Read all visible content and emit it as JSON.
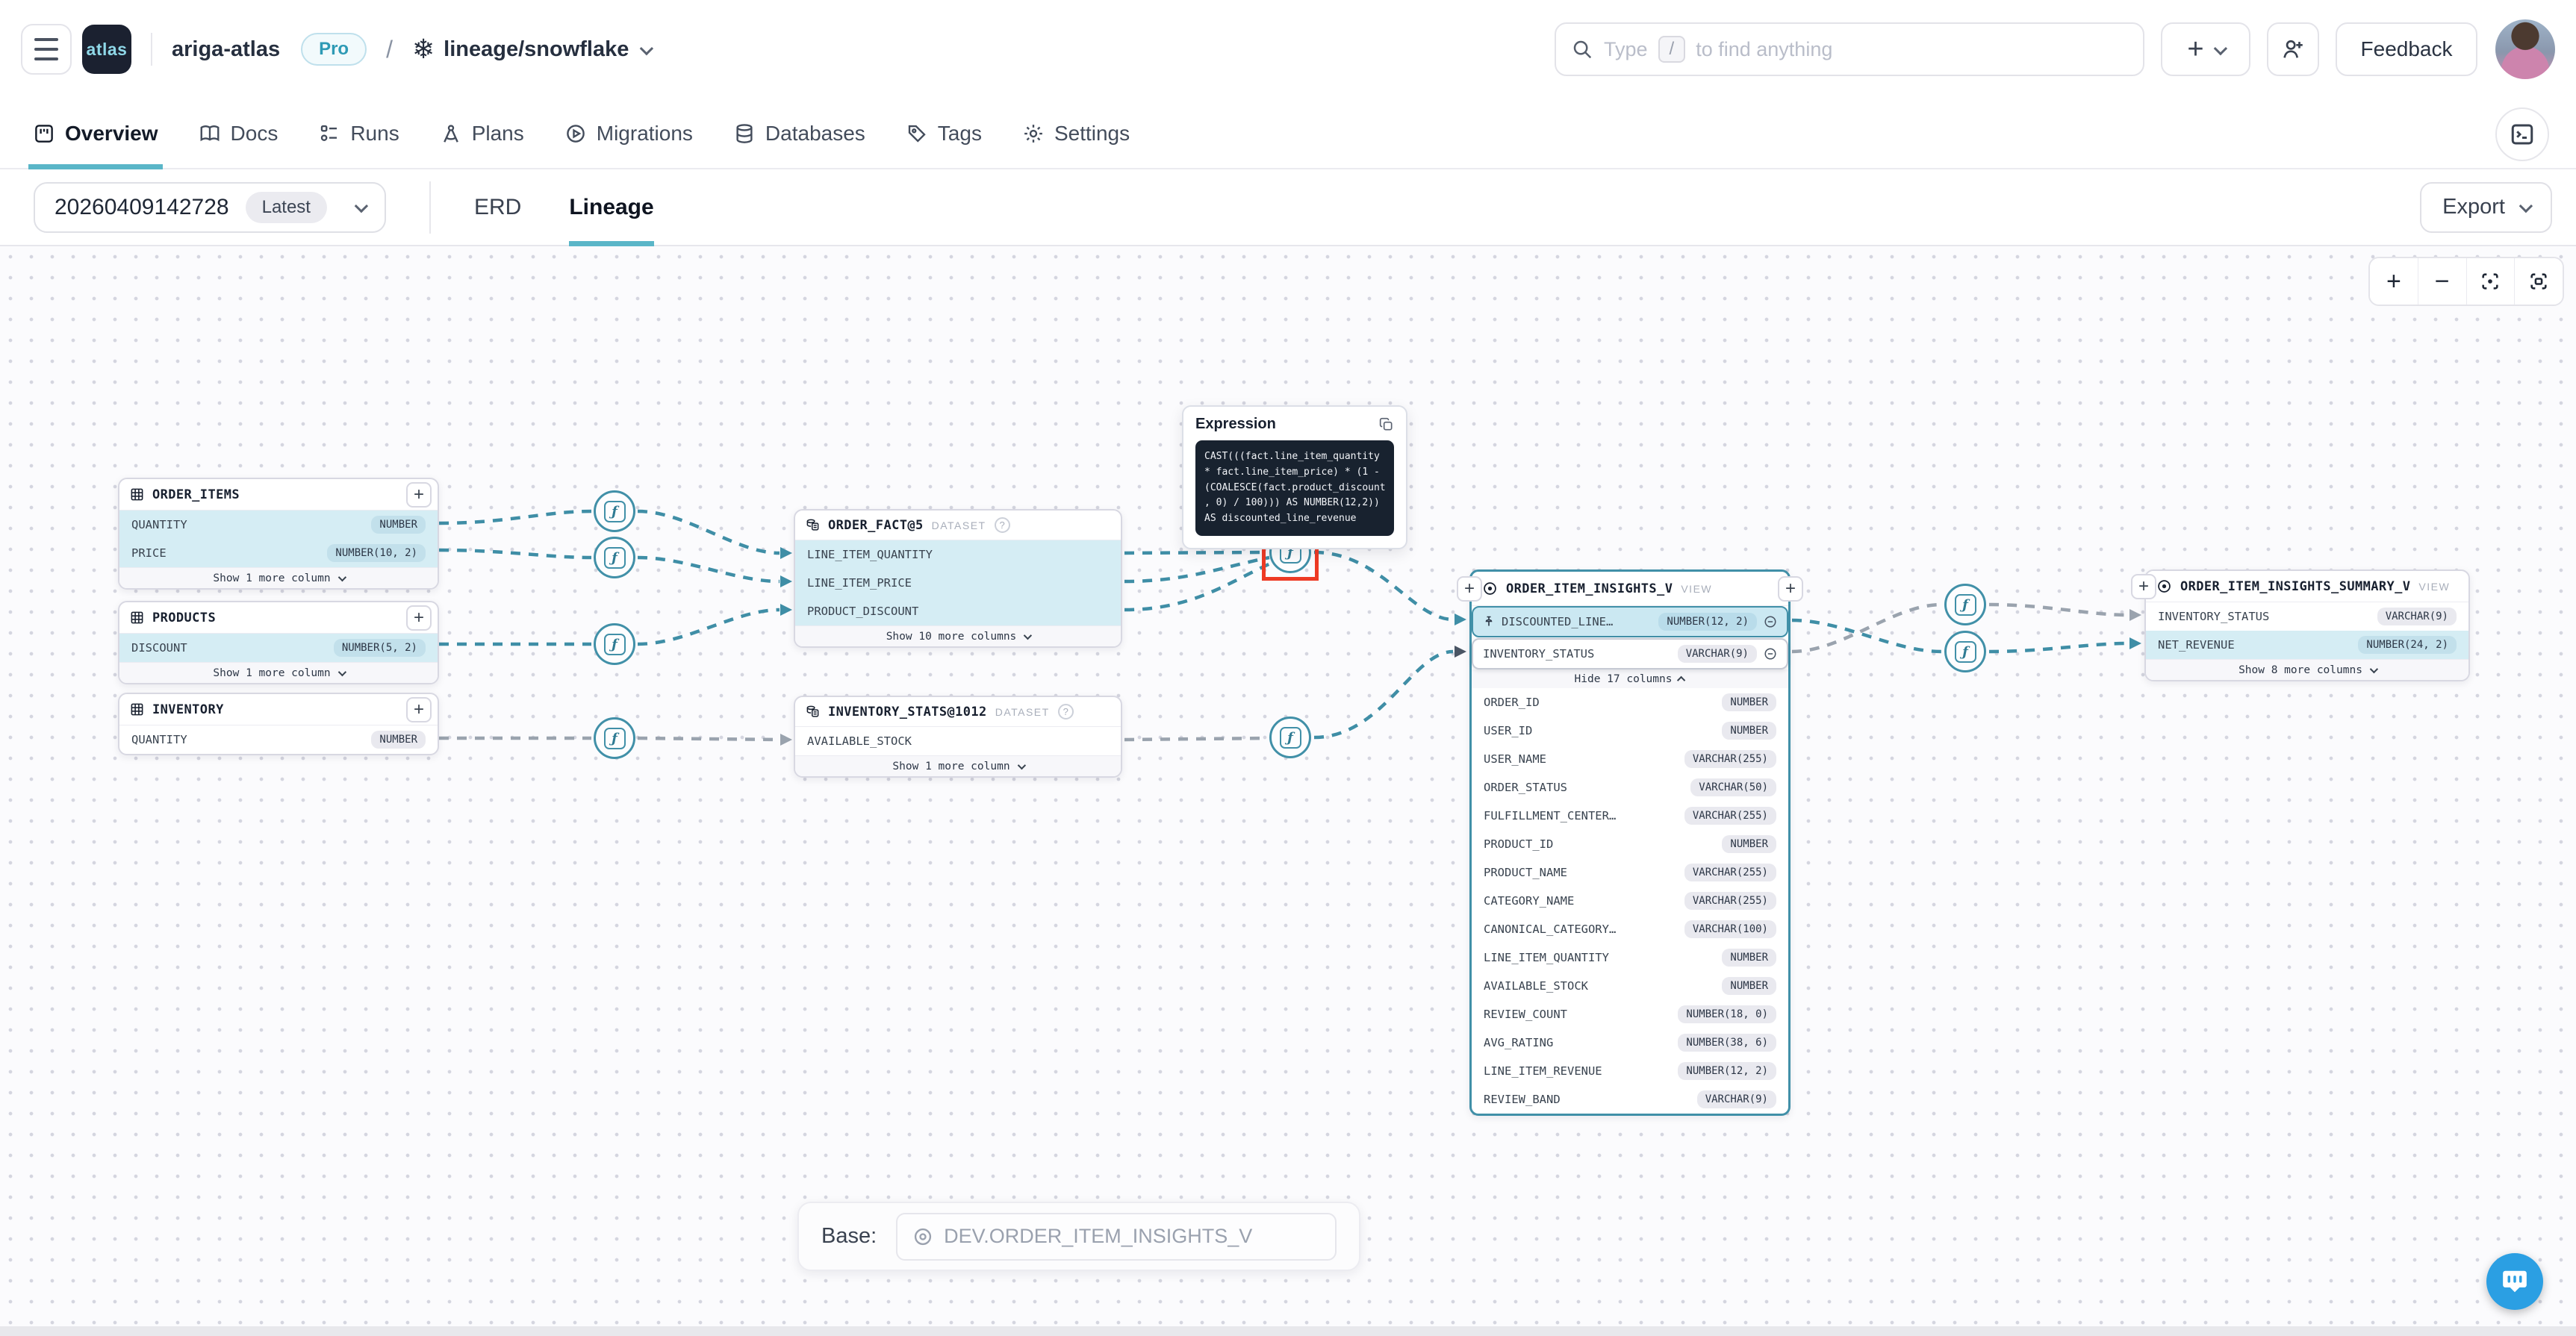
{
  "header": {
    "logo_text": "atlas",
    "org_name": "ariga-atlas",
    "plan_badge": "Pro",
    "breadcrumb_separator": "/",
    "snowflake_glyph": "❄",
    "project_name": "lineage/snowflake",
    "search": {
      "prefix": "Type",
      "kbd": "/",
      "suffix": "to find anything"
    },
    "feedback_label": "Feedback"
  },
  "nav": {
    "tabs": [
      {
        "label": "Overview"
      },
      {
        "label": "Docs"
      },
      {
        "label": "Runs"
      },
      {
        "label": "Plans"
      },
      {
        "label": "Migrations"
      },
      {
        "label": "Databases"
      },
      {
        "label": "Tags"
      },
      {
        "label": "Settings"
      }
    ]
  },
  "toolbar": {
    "version": "20260409142728",
    "version_badge": "Latest",
    "erd_tab": "ERD",
    "lineage_tab": "Lineage",
    "export_label": "Export"
  },
  "canvas": {
    "function_glyph": "ƒ",
    "tables": {
      "order_items": {
        "title": "ORDER_ITEMS",
        "columns": [
          {
            "name": "QUANTITY",
            "type": "NUMBER"
          },
          {
            "name": "PRICE",
            "type": "NUMBER(10, 2)"
          }
        ],
        "footer": "Show 1 more column"
      },
      "products": {
        "title": "PRODUCTS",
        "columns": [
          {
            "name": "DISCOUNT",
            "type": "NUMBER(5, 2)"
          }
        ],
        "footer": "Show 1 more column"
      },
      "inventory": {
        "title": "INVENTORY",
        "columns": [
          {
            "name": "QUANTITY",
            "type": "NUMBER"
          }
        ]
      },
      "order_fact": {
        "title": "ORDER_FACT@5",
        "tag": "DATASET",
        "help": "?",
        "columns": [
          {
            "name": "LINE_ITEM_QUANTITY"
          },
          {
            "name": "LINE_ITEM_PRICE"
          },
          {
            "name": "PRODUCT_DISCOUNT"
          }
        ],
        "footer": "Show 10 more columns"
      },
      "inventory_stats": {
        "title": "INVENTORY_STATS@1012",
        "tag": "DATASET",
        "help": "?",
        "columns": [
          {
            "name": "AVAILABLE_STOCK"
          }
        ],
        "footer": "Show 1 more column"
      },
      "insights": {
        "title": "ORDER_ITEM_INSIGHTS_V",
        "tag": "VIEW",
        "pinned": [
          {
            "name": "DISCOUNTED_LINE…",
            "type": "NUMBER(12, 2)"
          },
          {
            "name": "INVENTORY_STATUS",
            "type": "VARCHAR(9)"
          }
        ],
        "collapse_label": "Hide 17 columns",
        "columns": [
          {
            "name": "ORDER_ID",
            "type": "NUMBER"
          },
          {
            "name": "USER_ID",
            "type": "NUMBER"
          },
          {
            "name": "USER_NAME",
            "type": "VARCHAR(255)"
          },
          {
            "name": "ORDER_STATUS",
            "type": "VARCHAR(50)"
          },
          {
            "name": "FULFILLMENT_CENTER…",
            "type": "VARCHAR(255)"
          },
          {
            "name": "PRODUCT_ID",
            "type": "NUMBER"
          },
          {
            "name": "PRODUCT_NAME",
            "type": "VARCHAR(255)"
          },
          {
            "name": "CATEGORY_NAME",
            "type": "VARCHAR(255)"
          },
          {
            "name": "CANONICAL_CATEGORY…",
            "type": "VARCHAR(100)"
          },
          {
            "name": "LINE_ITEM_QUANTITY",
            "type": "NUMBER"
          },
          {
            "name": "AVAILABLE_STOCK",
            "type": "NUMBER"
          },
          {
            "name": "REVIEW_COUNT",
            "type": "NUMBER(18, 0)"
          },
          {
            "name": "AVG_RATING",
            "type": "NUMBER(38, 6)"
          },
          {
            "name": "LINE_ITEM_REVENUE",
            "type": "NUMBER(12, 2)"
          },
          {
            "name": "REVIEW_BAND",
            "type": "VARCHAR(9)"
          }
        ]
      },
      "summary": {
        "title": "ORDER_ITEM_INSIGHTS_SUMMARY_V",
        "tag": "VIEW",
        "columns": [
          {
            "name": "INVENTORY_STATUS",
            "type": "VARCHAR(9)"
          },
          {
            "name": "NET_REVENUE",
            "type": "NUMBER(24, 2)"
          }
        ],
        "footer": "Show 8 more columns"
      }
    },
    "expression": {
      "title": "Expression",
      "code": "CAST(((fact.line_item_quantity\n* fact.line_item_price) * (1 -\n(COALESCE(fact.product_discount\n, 0) / 100))) AS NUMBER(12,2))\nAS discounted_line_revenue"
    },
    "base": {
      "label": "Base:",
      "value": "DEV.ORDER_ITEM_INSIGHTS_V"
    }
  },
  "colors": {
    "accent_teal": "#5ab6c8",
    "edge_teal": "#3f8ea6",
    "edge_gray": "#9aa3ae",
    "highlight_row": "#d5edf4",
    "selection_red": "#ee3a24",
    "code_bg": "#18222f"
  }
}
